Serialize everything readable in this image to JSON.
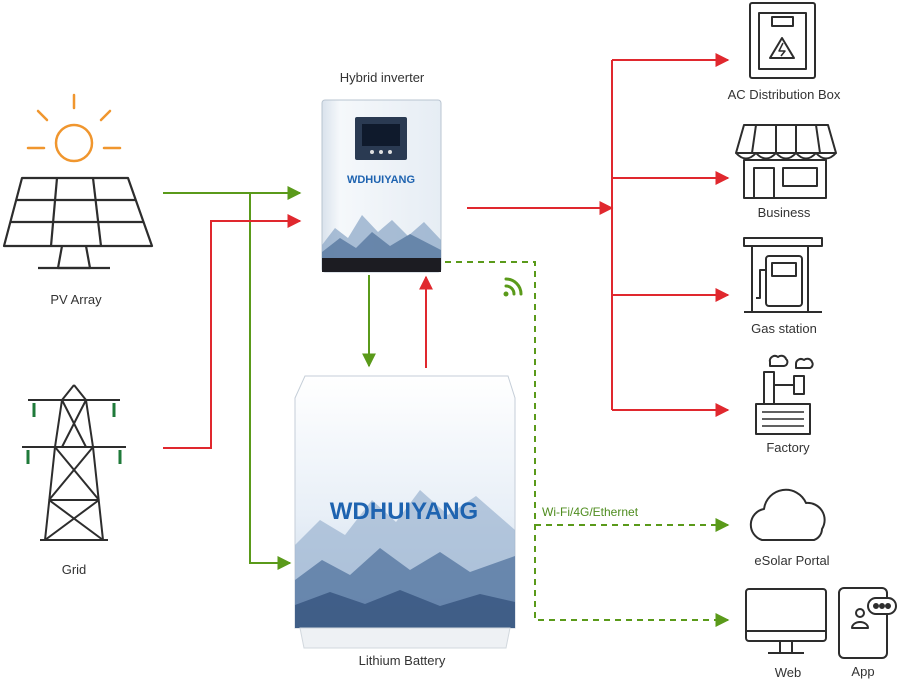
{
  "nodes": {
    "inverter": {
      "label": "Hybrid inverter",
      "brand": "WDHUIYANG"
    },
    "pv": {
      "label": "PV Array"
    },
    "grid": {
      "label": "Grid"
    },
    "battery": {
      "label": "Lithium Battery",
      "brand": "WDHUIYANG"
    },
    "ac_box": {
      "label": "AC Distribution Box"
    },
    "business": {
      "label": "Business"
    },
    "gas": {
      "label": "Gas station"
    },
    "factory": {
      "label": "Factory"
    },
    "portal": {
      "label": "eSolar Portal"
    },
    "web": {
      "label": "Web"
    },
    "app": {
      "label": "App"
    }
  },
  "comm_label": "Wi-Fi/4G/Ethernet",
  "colors": {
    "dc_flow": "#5a9a1a",
    "ac_flow": "#e0282e",
    "comm": "#5a9a1a",
    "sun": "#f0962e",
    "icon": "#2d2d2d",
    "brand": "#1e63b0"
  },
  "icons": [
    "sun-icon",
    "solar-panel-icon",
    "transmission-tower-icon",
    "distribution-box-icon",
    "shop-icon",
    "gas-pump-icon",
    "factory-icon",
    "cloud-icon",
    "monitor-icon",
    "phone-icon",
    "wifi-icon"
  ]
}
